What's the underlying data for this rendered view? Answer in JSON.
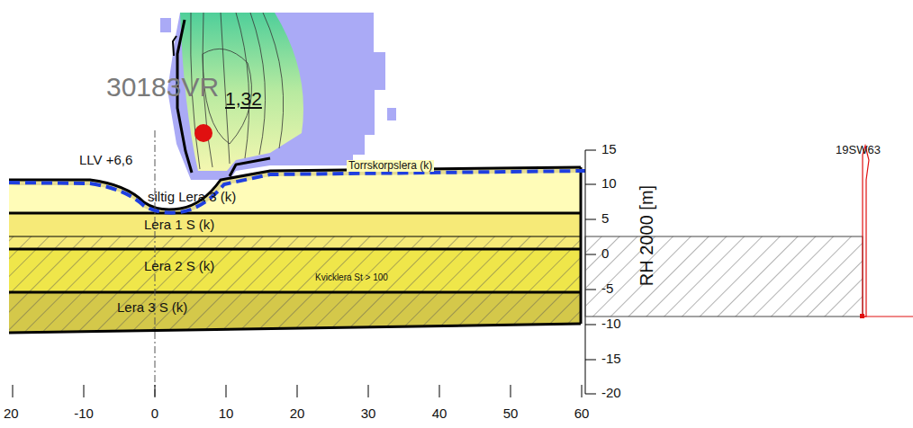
{
  "diagram": {
    "nodes": [
      {
        "text": [
          "Torrskorpslera (k)"
        ]
      },
      {
        "text": [
          "siltig Lera 3 (k)"
        ]
      },
      {
        "text": [
          "Lera 1 S (k)"
        ]
      },
      {
        "text": [
          "Lera 2 S (k)",
          "Kvicklera St > 100"
        ]
      },
      {
        "text": [
          "Lera 3 S (k)"
        ]
      }
    ],
    "labels": [
      "30183VR",
      "1,32",
      "LLV +6,6",
      "15",
      "10",
      "5",
      "0",
      "-5",
      "-10",
      "-15",
      "-20",
      "RH 2000 [m]",
      "19SW63",
      "20",
      "-10",
      "0",
      "10",
      "20",
      "30",
      "40",
      "50",
      "60"
    ]
  }
}
